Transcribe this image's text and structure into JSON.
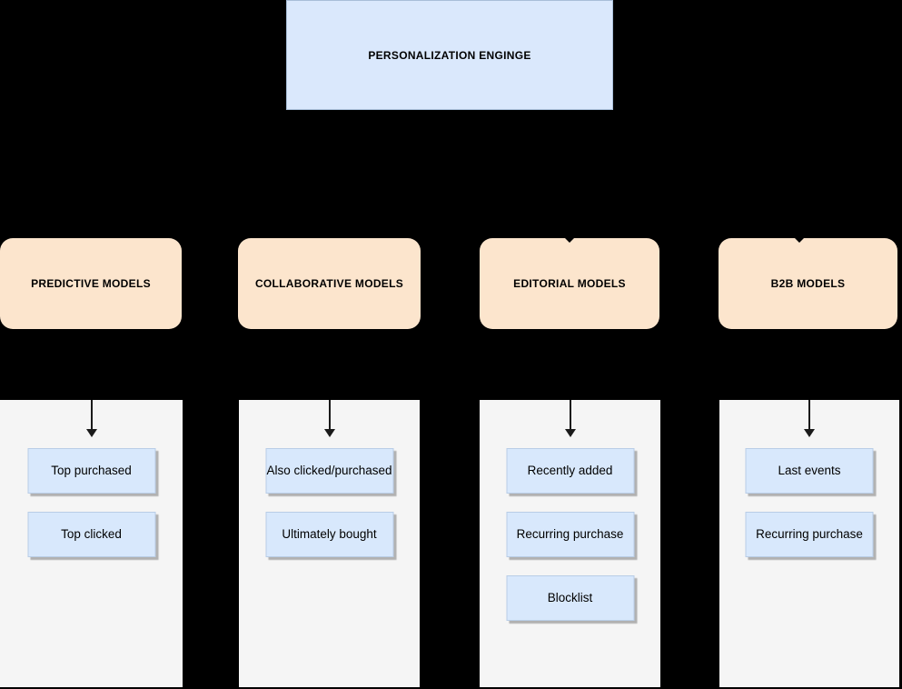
{
  "root_node": {
    "label": "PERSONALIZATION ENGINGE"
  },
  "categories": [
    {
      "label": "PREDICTIVE MODELS",
      "items": [
        "Top purchased",
        "Top clicked"
      ]
    },
    {
      "label": "COLLABORATIVE MODELS",
      "items": [
        "Also clicked/purchased",
        "Ultimately bought"
      ]
    },
    {
      "label": "EDITORIAL MODELS",
      "items": [
        "Recently added",
        "Recurring purchase",
        "Blocklist"
      ]
    },
    {
      "label": "B2B MODELS",
      "items": [
        "Last events",
        "Recurring purchase"
      ]
    }
  ],
  "colors": {
    "background": "#000000",
    "root_fill": "#dae8fc",
    "category_fill": "#fce5cd",
    "panel_fill": "#f5f5f5",
    "item_fill": "#d8e8fc",
    "item_border": "#b9cde6",
    "arrow": "#1a1a1a"
  }
}
